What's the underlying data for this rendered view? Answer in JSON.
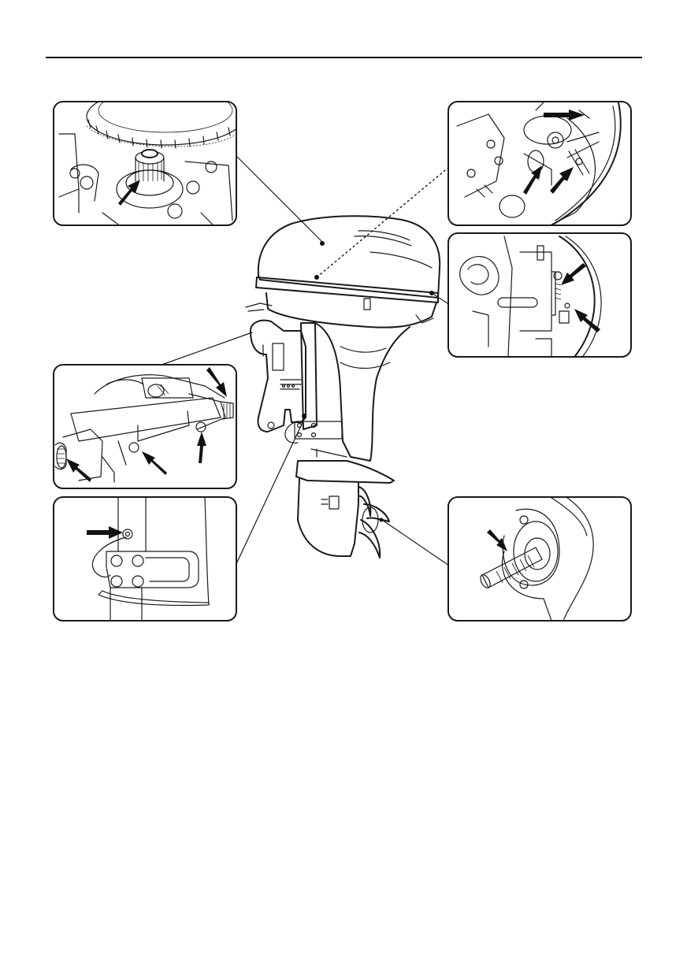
{
  "header": {
    "rule_color": "#111111"
  },
  "figure": {
    "subject": "outboard-motor",
    "callouts": [
      {
        "id": "flywheel-spline",
        "icon": "flywheel-detail"
      },
      {
        "id": "throttle-linkage",
        "icon": "linkage-detail"
      },
      {
        "id": "choke-link",
        "icon": "choke-detail"
      },
      {
        "id": "swivel-bracket",
        "icon": "bracket-detail"
      },
      {
        "id": "steering-pivot",
        "icon": "pivot-detail"
      },
      {
        "id": "propeller-shaft",
        "icon": "shaft-detail"
      }
    ]
  }
}
